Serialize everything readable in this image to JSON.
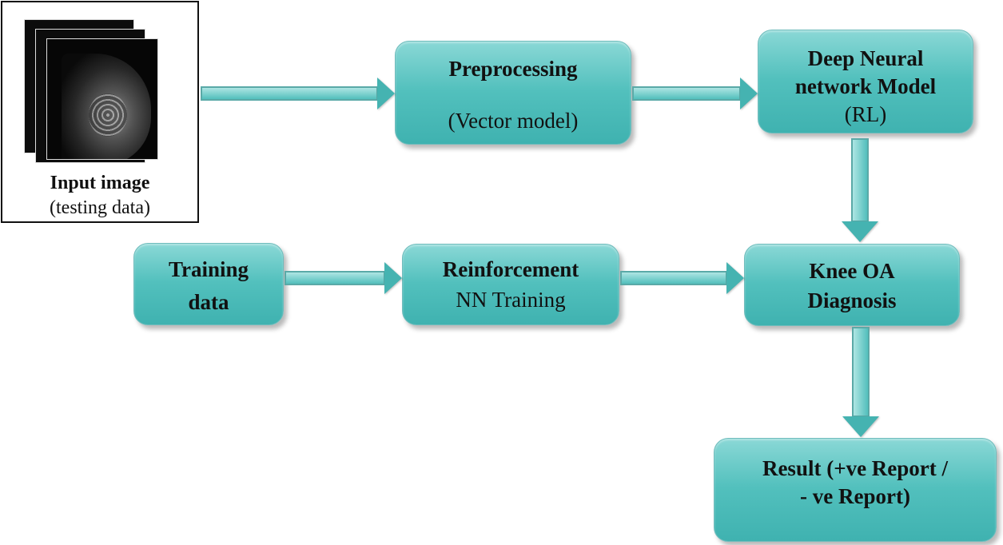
{
  "input": {
    "title": "Input image",
    "subtitle": "(testing data)"
  },
  "nodes": {
    "preprocessing": {
      "line1": "Preprocessing",
      "line2": "(Vector model)"
    },
    "dnn": {
      "line1": "Deep Neural",
      "line2": "network Model",
      "line3": "(RL)"
    },
    "training_data": {
      "line1": "Training",
      "line2": "data"
    },
    "reinforcement": {
      "line1": "Reinforcement",
      "line2": "NN Training"
    },
    "knee": {
      "line1": "Knee OA",
      "line2": "Diagnosis"
    },
    "result": {
      "line1": "Result (+ve Report /",
      "line2": "- ve Report)"
    }
  },
  "colors": {
    "box_fill": "#52c0bd",
    "arrow_fill": "#45b3b1",
    "text": "#111111"
  }
}
